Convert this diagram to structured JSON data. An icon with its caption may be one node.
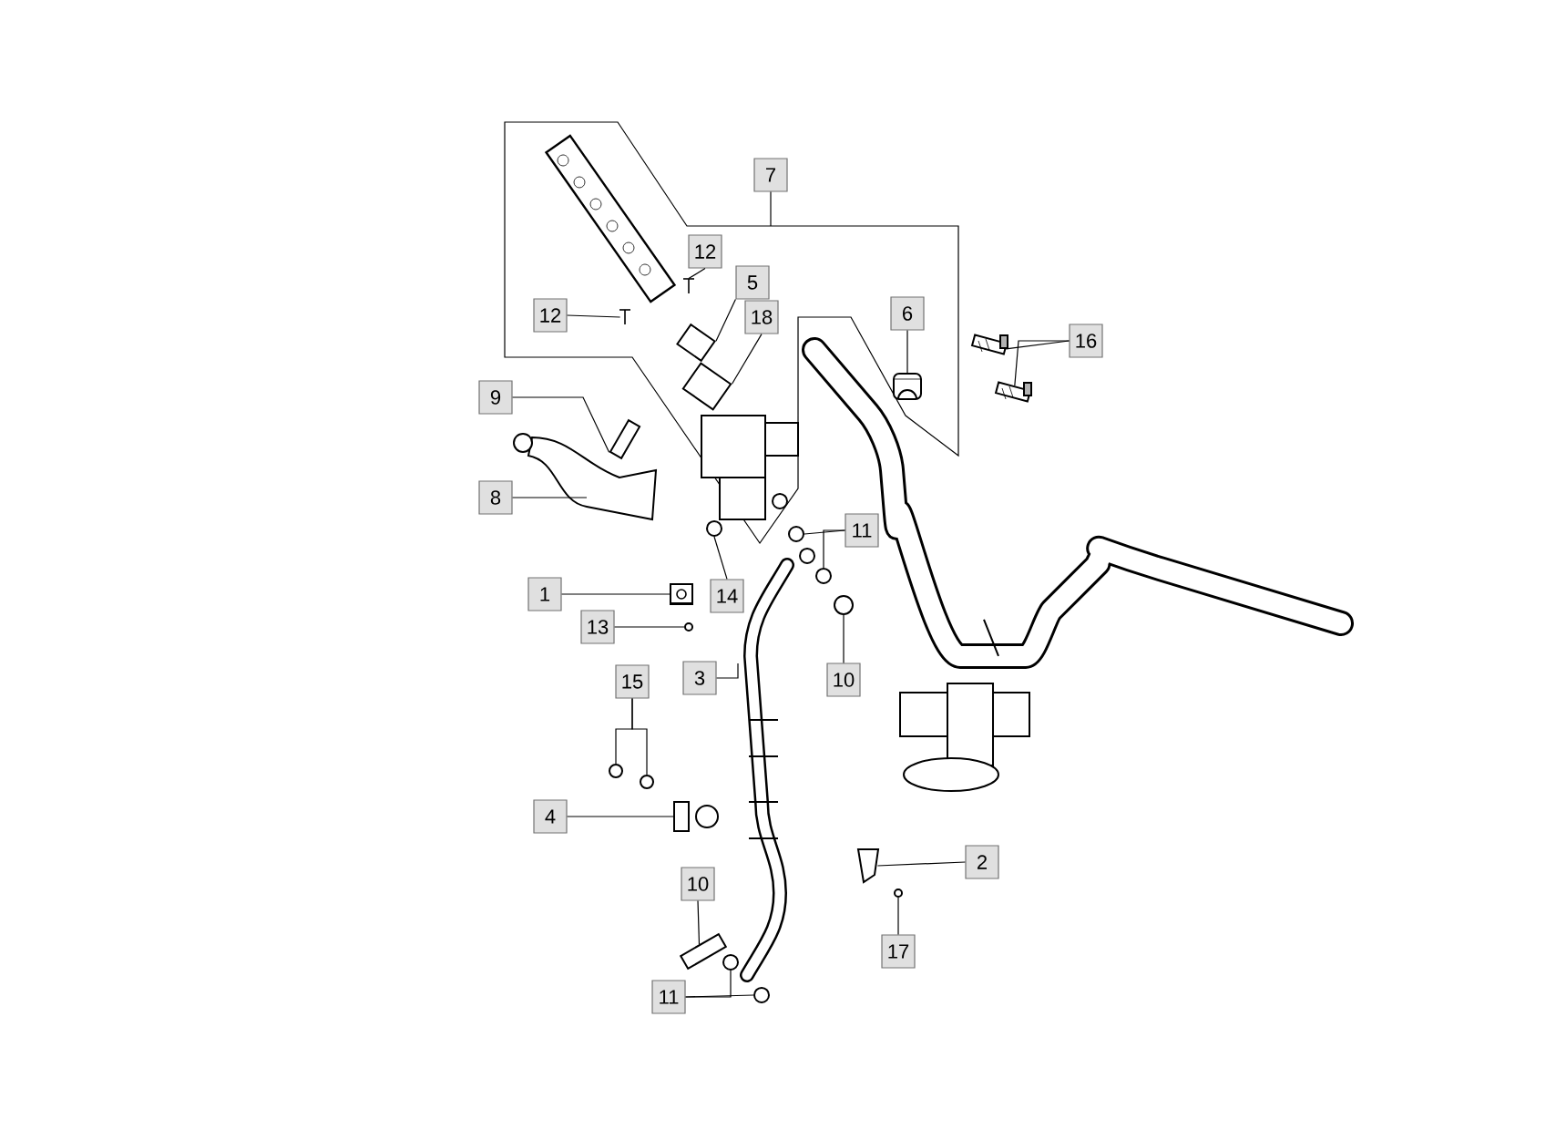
{
  "diagram": {
    "nodes": [
      {
        "text": [
          "7"
        ]
      },
      {
        "text": [
          "12"
        ]
      },
      {
        "text": [
          "5"
        ]
      },
      {
        "text": [
          "12"
        ]
      },
      {
        "text": [
          "18"
        ]
      },
      {
        "text": [
          "6"
        ]
      },
      {
        "text": [
          "16"
        ]
      },
      {
        "text": [
          "9"
        ]
      },
      {
        "text": [
          "8"
        ]
      },
      {
        "text": [
          "11"
        ]
      },
      {
        "text": [
          "1"
        ]
      },
      {
        "text": [
          "14"
        ]
      },
      {
        "text": [
          "13"
        ]
      },
      {
        "text": [
          "3"
        ]
      },
      {
        "text": [
          "10"
        ]
      },
      {
        "text": [
          "15"
        ]
      },
      {
        "text": [
          "4"
        ]
      },
      {
        "text": [
          "2"
        ]
      },
      {
        "text": [
          "10"
        ]
      },
      {
        "text": [
          "17"
        ]
      },
      {
        "text": [
          "11"
        ]
      },
      {
        "text": [],
        "shape": "picture"
      },
      {
        "text": [],
        "shape": "picture"
      },
      {
        "text": [],
        "shape": "picture"
      },
      {
        "text": [],
        "shape": "picture"
      },
      {
        "text": [],
        "shape": "picture"
      },
      {
        "text": [],
        "shape": "picture"
      },
      {
        "text": [],
        "shape": "picture"
      },
      {
        "text": [],
        "shape": "picture"
      },
      {
        "text": [],
        "shape": "circle"
      },
      {
        "text": [],
        "shape": "circle"
      },
      {
        "text": [],
        "shape": "picture"
      },
      {
        "text": [],
        "shape": "circle"
      },
      {
        "text": [],
        "shape": "circle"
      },
      {
        "text": [],
        "shape": "circle"
      },
      {
        "text": [],
        "shape": "circle"
      },
      {
        "text": [],
        "shape": "circle"
      },
      {
        "text": [],
        "shape": "picture"
      },
      {
        "text": [],
        "shape": "picture"
      },
      {
        "text": [],
        "shape": "circle"
      },
      {
        "text": [],
        "shape": "picture"
      },
      {
        "text": [],
        "shape": "circle"
      },
      {
        "text": [],
        "shape": "circle"
      }
    ],
    "edges": [
      {
        "from": 0,
        "to": null,
        "arrow": "none"
      },
      {
        "from": 1,
        "to": 21,
        "arrow": "none"
      },
      {
        "from": 2,
        "to": 23,
        "arrow": "none"
      },
      {
        "from": 3,
        "to": 22,
        "arrow": "none"
      },
      {
        "from": 4,
        "to": 24,
        "arrow": "none"
      },
      {
        "from": 5,
        "to": 25,
        "arrow": "none"
      },
      {
        "from": 6,
        "to": 26,
        "arrow": "none"
      },
      {
        "from": 6,
        "to": 27,
        "arrow": "none"
      },
      {
        "from": 7,
        "to": 28,
        "arrow": "none"
      },
      {
        "from": 8,
        "to": null,
        "arrow": "none"
      },
      {
        "from": 9,
        "to": 29,
        "arrow": "none"
      },
      {
        "from": 9,
        "to": 30,
        "arrow": "none"
      },
      {
        "from": 10,
        "to": 31,
        "arrow": "none"
      },
      {
        "from": 11,
        "to": 32,
        "arrow": "none"
      },
      {
        "from": 12,
        "to": 33,
        "arrow": "none"
      },
      {
        "from": 13,
        "to": null,
        "arrow": "none"
      },
      {
        "from": 14,
        "to": 34,
        "arrow": "none"
      },
      {
        "from": 15,
        "to": 35,
        "arrow": "none"
      },
      {
        "from": 15,
        "to": 36,
        "arrow": "none"
      },
      {
        "from": 16,
        "to": 37,
        "arrow": "none"
      },
      {
        "from": 17,
        "to": 38,
        "arrow": "none"
      },
      {
        "from": 18,
        "to": 40,
        "arrow": "none"
      },
      {
        "from": 19,
        "to": 39,
        "arrow": "none"
      },
      {
        "from": 20,
        "to": 41,
        "arrow": "none"
      },
      {
        "from": 20,
        "to": 42,
        "arrow": "none"
      }
    ]
  }
}
